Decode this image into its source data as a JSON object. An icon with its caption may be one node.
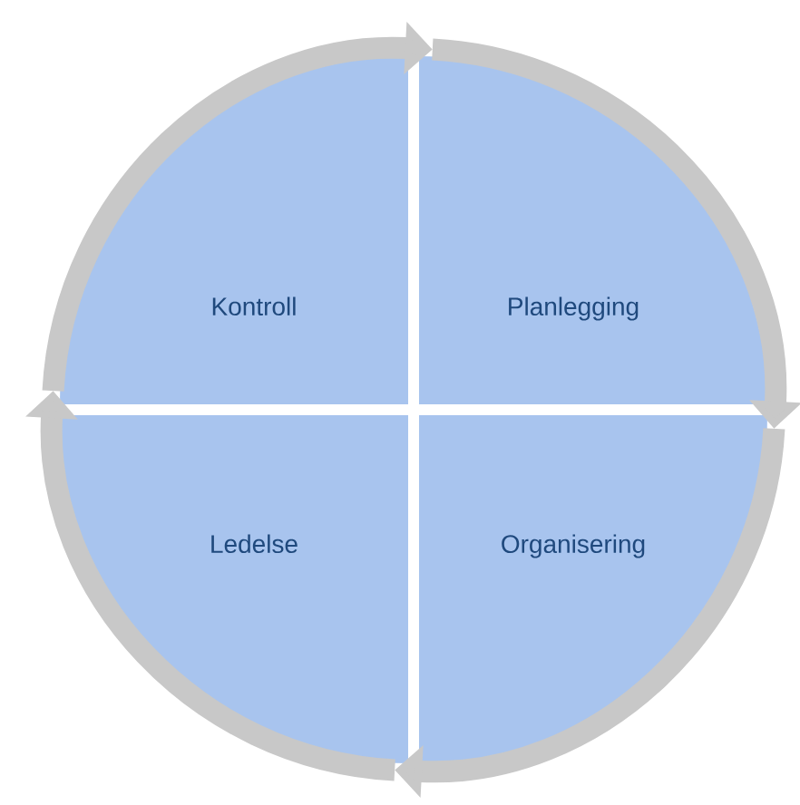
{
  "diagram": {
    "nodes": [
      {
        "text": [
          "Kontroll"
        ]
      },
      {
        "text": [
          "Planlegging"
        ]
      },
      {
        "text": [
          "Ledelse"
        ]
      },
      {
        "text": [
          "Organisering"
        ]
      }
    ],
    "edges": [
      {
        "from": 0,
        "to": 1,
        "arrow": "to"
      },
      {
        "from": 1,
        "to": 3,
        "arrow": "to"
      },
      {
        "from": 3,
        "to": 2,
        "arrow": "to"
      },
      {
        "from": 2,
        "to": 0,
        "arrow": "to"
      }
    ]
  }
}
